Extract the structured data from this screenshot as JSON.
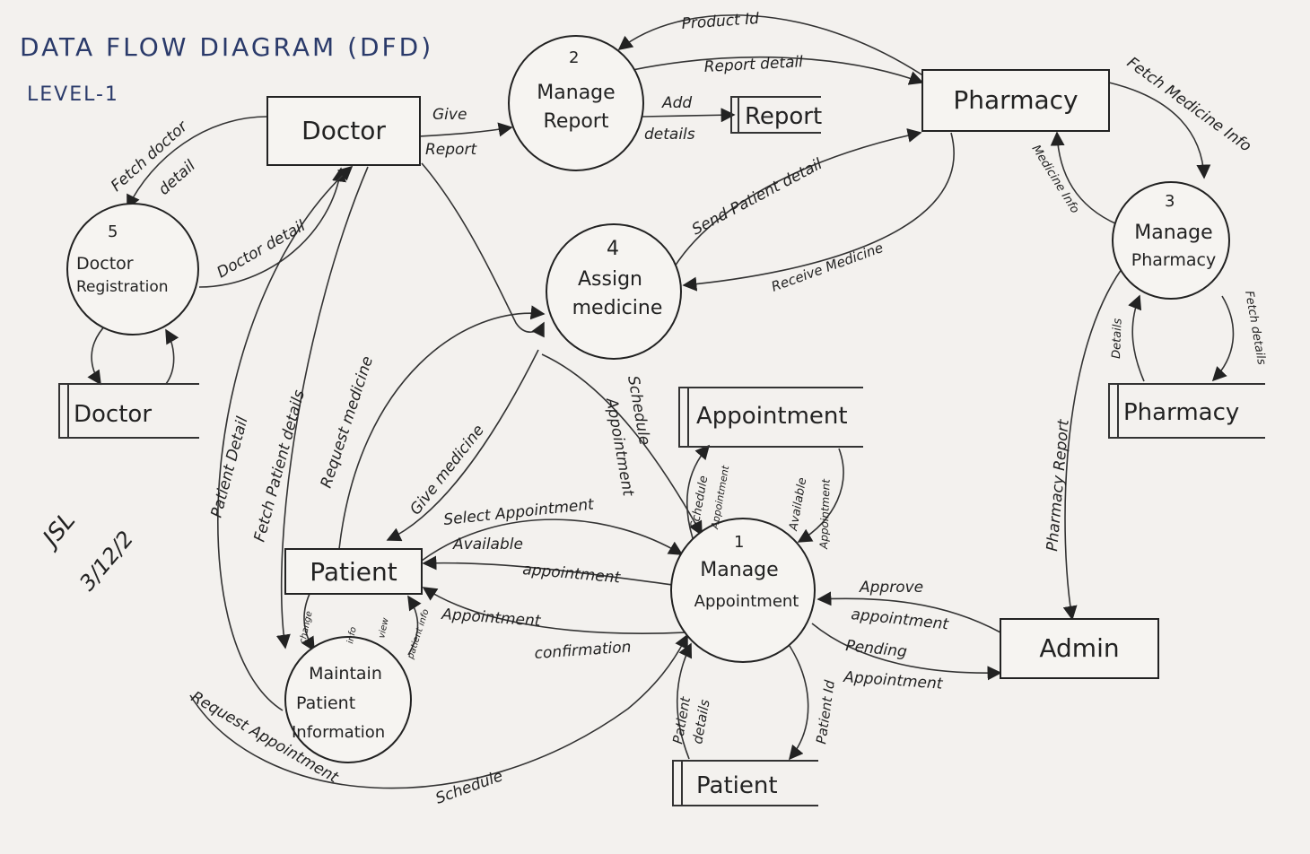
{
  "title": "DATA FLOW DIAGRAM (DFD)",
  "level": "LEVEL-1",
  "entities": {
    "doctor": "Doctor",
    "pharmacy": "Pharmacy",
    "patient": "Patient",
    "admin": "Admin"
  },
  "stores": {
    "doctor": "Doctor",
    "report": "Report",
    "appointment": "Appointment",
    "pharmacy": "Pharmacy",
    "patient": "Patient"
  },
  "processes": {
    "p1": {
      "num": "1",
      "line1": "Manage",
      "line2": "Appointment",
      "line3": ""
    },
    "p2": {
      "num": "2",
      "line1": "Manage",
      "line2": "Report",
      "line3": ""
    },
    "p3": {
      "num": "3",
      "line1": "Manage",
      "line2": "Pharmacy",
      "line3": ""
    },
    "p4": {
      "num": "4",
      "line1": "Assign",
      "line2": "medicine",
      "line3": ""
    },
    "p5": {
      "num": "5",
      "line1": "Doctor",
      "line2": "Registration",
      "line3": ""
    },
    "maintain": {
      "num": "",
      "line1": "Maintain",
      "line2": "Patient",
      "line3": "Information"
    }
  },
  "flows": {
    "product_id": "Product Id",
    "report_detail": "Report detail",
    "add_details_1": "Add",
    "add_details_2": "details",
    "give_report_1": "Give",
    "give_report_2": "Report",
    "fetch_medicine_info": "Fetch Medicine Info",
    "medicine_info": "Medicine Info",
    "send_patient_detail": "Send Patient detail",
    "receive_medicine": "Receive Medicine",
    "fetch_doctor_detail_1": "Fetch doctor",
    "fetch_doctor_detail_2": "detail",
    "doctor_detail": "Doctor detail",
    "patient_detail": "Patient Detail",
    "fetch_patient_details": "Fetch Patient details",
    "request_medicine": "Request medicine",
    "give_medicine": "Give medicine",
    "schedule_appointment_1": "Schedule",
    "schedule_appointment_2": "Appointment",
    "select_appointment": "Select Appointment",
    "available_appointment_1": "Available",
    "available_appointment_2": "appointment",
    "appointment_confirmation_1": "Appointment",
    "appointment_confirmation_2": "confirmation",
    "schedule_appt_store_1": "Schedule",
    "schedule_appt_store_2": "Appointment",
    "available_appt_store_1": "Available",
    "available_appt_store_2": "Appointment",
    "approve_appointment_1": "Approve",
    "approve_appointment_2": "appointment",
    "pending_appointment_1": "Pending",
    "pending_appointment_2": "Appointment",
    "pharmacy_report": "Pharmacy Report",
    "details": "Details",
    "fetch_details": "Fetch details",
    "patient_details_1": "Patient",
    "patient_details_2": "details",
    "patient_id": "Patient Id",
    "change_info_1": "change",
    "change_info_2": "info",
    "view_patient_info_1": "view",
    "view_patient_info_2": "patient info",
    "request_appointment": "Request Appointment",
    "schedule": "Schedule"
  },
  "signature": {
    "initials": "JSL",
    "date": "3/12/2"
  }
}
